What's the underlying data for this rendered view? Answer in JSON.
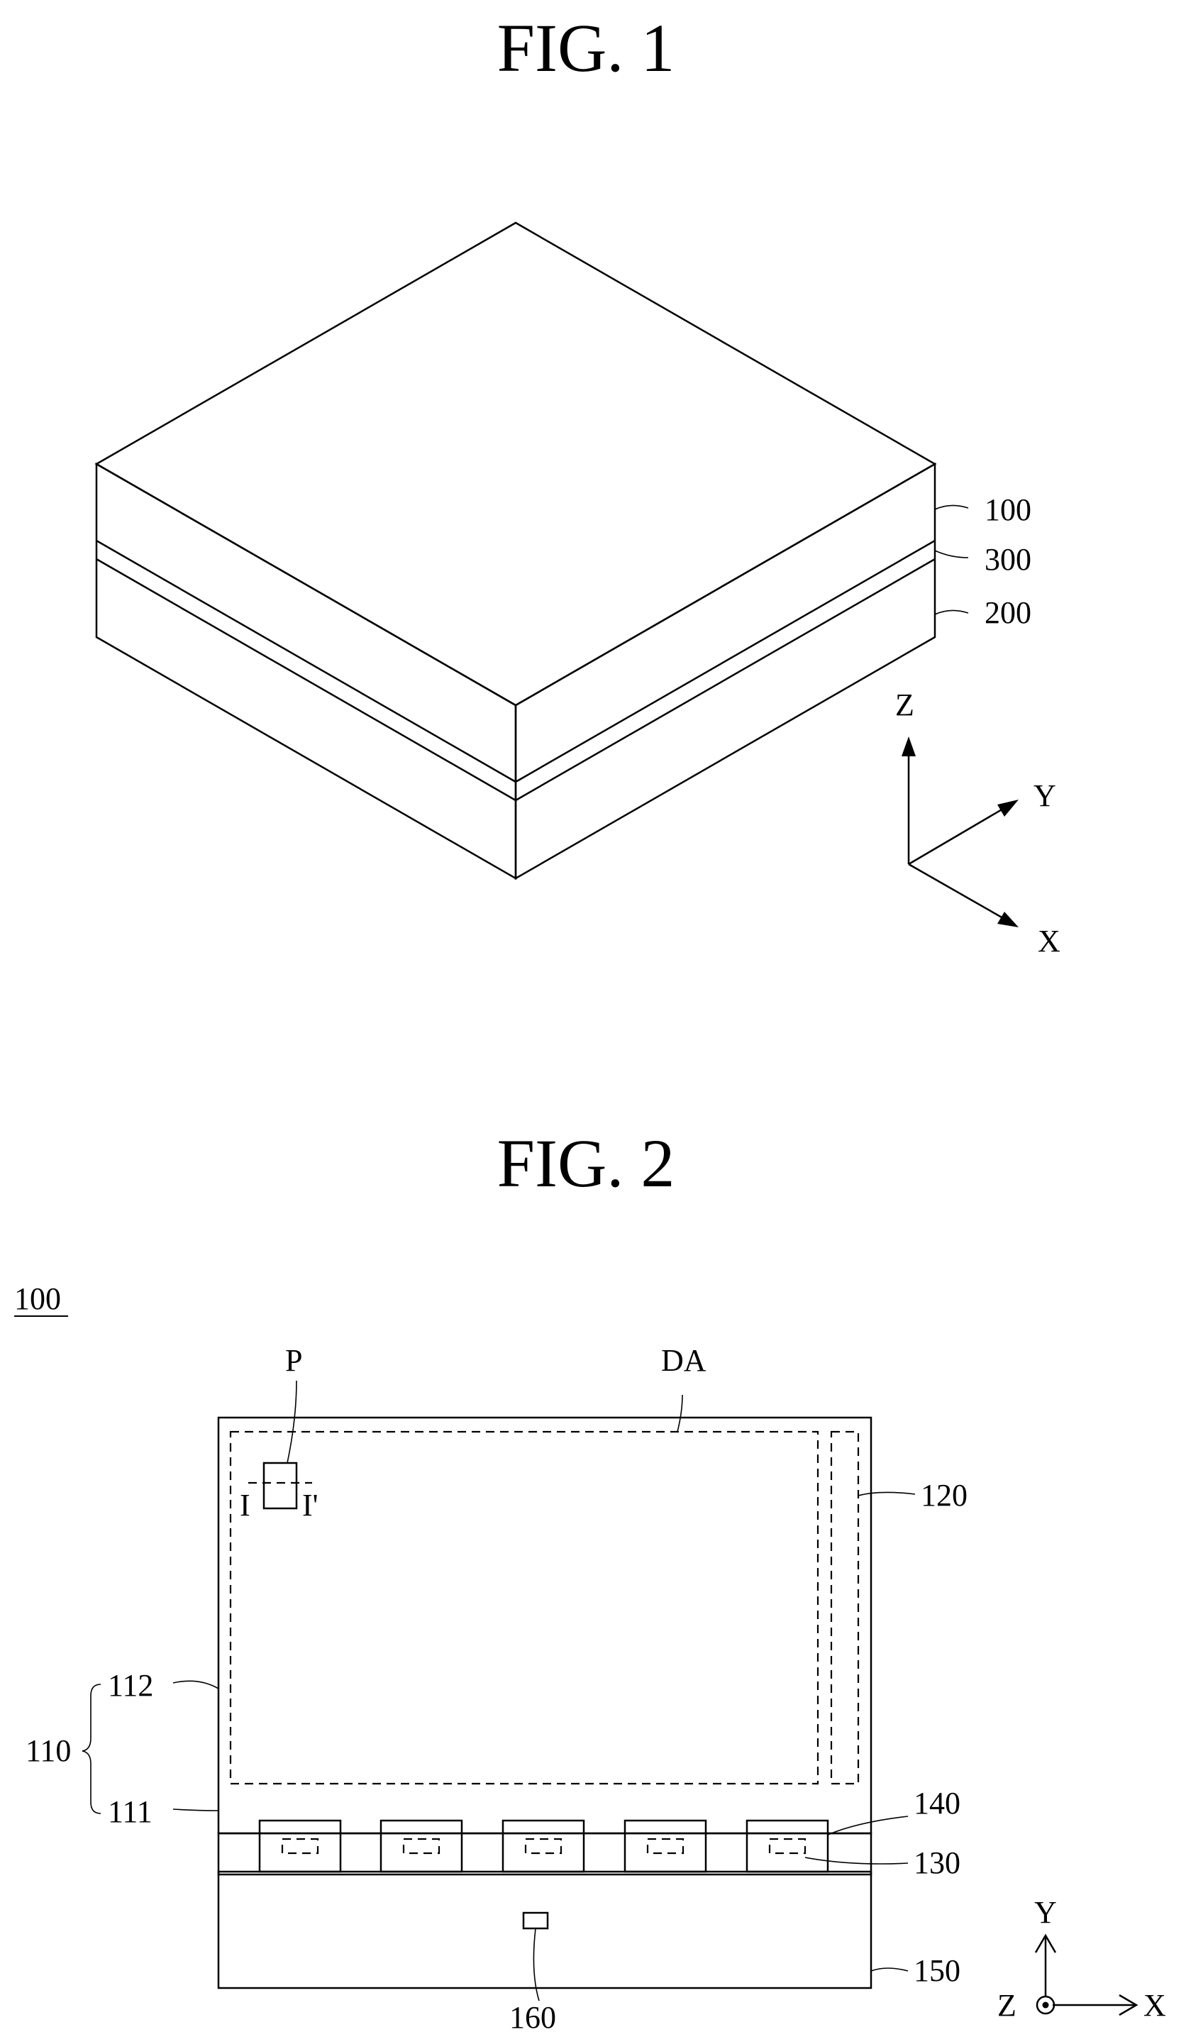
{
  "figure1": {
    "title": "FIG. 1",
    "layers": [
      "100",
      "300",
      "200"
    ],
    "axes": {
      "z": "Z",
      "y": "Y",
      "x": "X"
    }
  },
  "figure2": {
    "title": "FIG. 2",
    "ref": "100",
    "labels": {
      "pixel": "P",
      "display_area": "DA",
      "section_left": "I",
      "section_right": "I'",
      "gate_driver": "120",
      "group": "110",
      "upper_substrate": "112",
      "lower_substrate": "111",
      "film": "140",
      "source_ic": "130",
      "board": "150",
      "controller": "160"
    },
    "film_count": 5,
    "axes": {
      "y": "Y",
      "z": "Z",
      "x": "X"
    }
  }
}
